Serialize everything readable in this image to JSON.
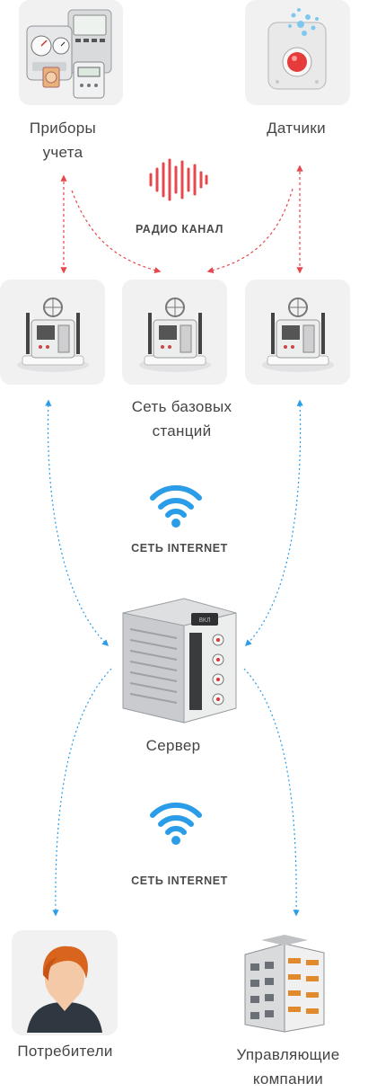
{
  "nodes": {
    "meters": {
      "label_line1": "Приборы",
      "label_line2": "учета"
    },
    "sensors": {
      "label": "Датчики"
    },
    "base_stations": {
      "label_line1": "Сеть базовых",
      "label_line2": "станций"
    },
    "server": {
      "label": "Сервер",
      "panel_text": "ВКЛ"
    },
    "consumers": {
      "label": "Потребители"
    },
    "management": {
      "label_line1": "Управляющие",
      "label_line2": "компании"
    }
  },
  "links": {
    "radio": {
      "label": "РАДИО КАНАЛ"
    },
    "internet_top": {
      "label": "СЕТЬ INTERNET"
    },
    "internet_bottom": {
      "label": "СЕТЬ INTERNET"
    }
  },
  "icons": {
    "radio_wave": "sound-wave-icon",
    "wifi": "wifi-icon"
  },
  "colors": {
    "radio": "#e5484d",
    "internet": "#2a9ce8",
    "text": "#444444",
    "tile": "#f1f1f2"
  }
}
